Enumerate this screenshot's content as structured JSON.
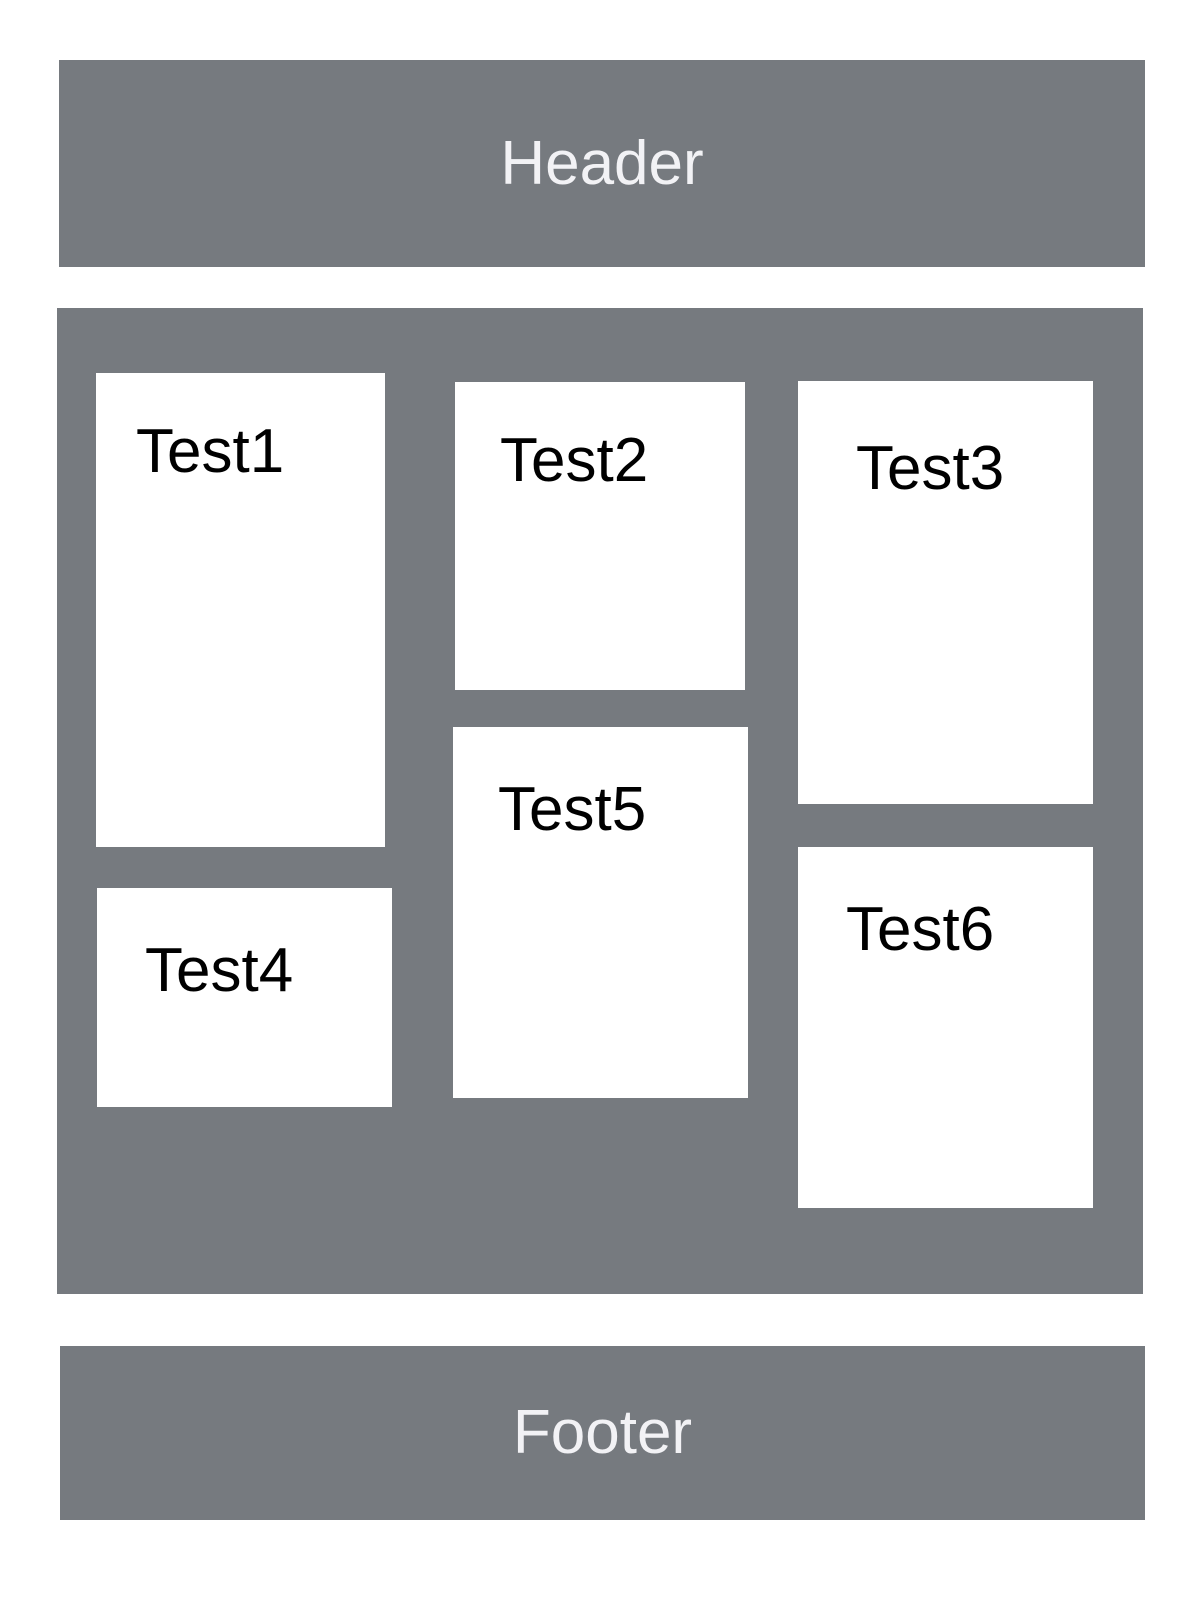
{
  "colors": {
    "section_background": "#767a7f",
    "card_background": "#ffffff",
    "page_background": "#ffffff",
    "banner_text": "#f2f2f5",
    "card_text": "#000000"
  },
  "header": {
    "title": "Header"
  },
  "main": {
    "columns": [
      {
        "cards": [
          {
            "label": "Test1"
          },
          {
            "label": "Test4"
          }
        ]
      },
      {
        "cards": [
          {
            "label": "Test2"
          },
          {
            "label": "Test5"
          }
        ]
      },
      {
        "cards": [
          {
            "label": "Test3"
          },
          {
            "label": "Test6"
          }
        ]
      }
    ]
  },
  "footer": {
    "title": "Footer"
  }
}
